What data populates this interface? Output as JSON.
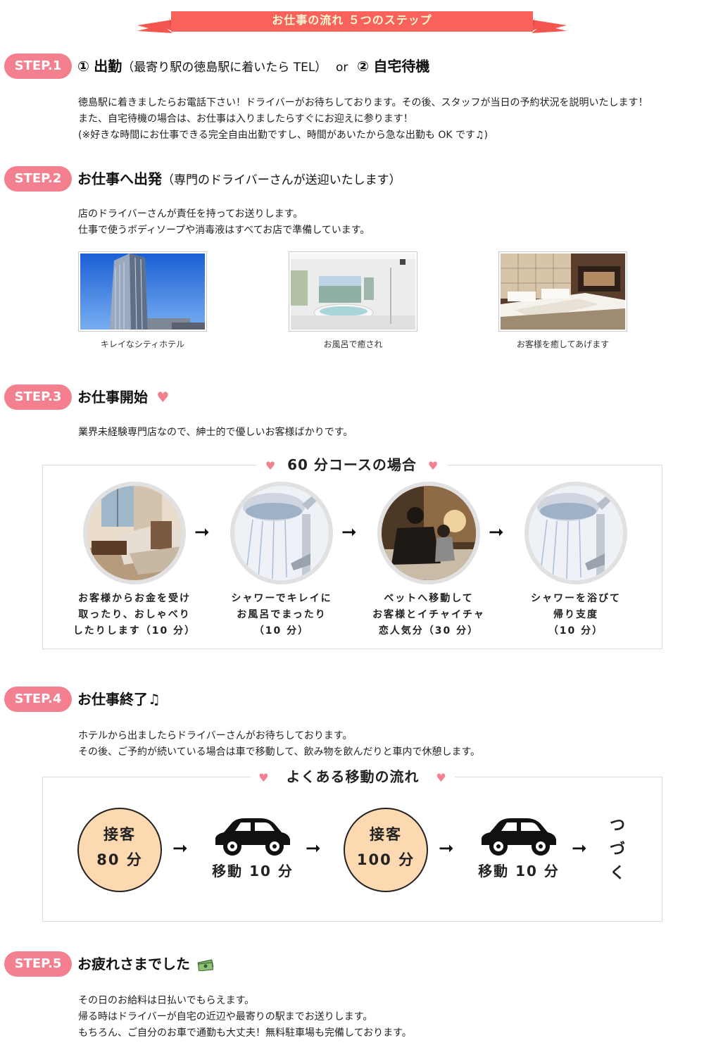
{
  "banner": {
    "title": "お仕事の流れ ５つのステップ"
  },
  "colors": {
    "accent_pink": "#f47f8f",
    "ribbon_red": "#f8625b",
    "serve_bg": "#fcd9b0"
  },
  "step1": {
    "badge": "STEP.1",
    "opt1_num": "①",
    "opt1": "出勤",
    "opt1_note": "（最寄り駅の徳島駅に着いたら TEL）",
    "or": "or",
    "opt2_num": "②",
    "opt2": "自宅待機",
    "lines": [
      "徳島駅に着きましたらお電話下さい！ドライバーがお待ちしております。その後、スタッフが当日の予約状況を説明いたします！",
      "また、自宅待機の場合は、お仕事は入りましたらすぐにお迎えに参ります！",
      "(※好きな時間にお仕事できる完全自由出勤ですし、時間があいたから急な出勤も OK です♫)"
    ]
  },
  "step2": {
    "badge": "STEP.2",
    "title": "お仕事へ出発",
    "note": "（専門のドライバーさんが送迎いたします）",
    "lines": [
      "店のドライバーさんが責任を持ってお送りします。",
      "仕事で使うボディソープや消毒液はすべてお店で準備しています。"
    ],
    "photos": [
      {
        "caption": "キレイなシティホテル",
        "icon": "hotel-photo"
      },
      {
        "caption": "お風呂で癒され",
        "icon": "bath-photo"
      },
      {
        "caption": "お客様を癒してあげます",
        "icon": "bedroom-photo"
      }
    ]
  },
  "step3": {
    "badge": "STEP.3",
    "title": "お仕事開始",
    "heart": "♥",
    "lines": [
      "業界未経験専門店なので、紳士的で優しいお客様ばかりです。"
    ],
    "flow_title": "60 分コースの場合",
    "arrow": "➞",
    "flow": [
      {
        "icon": "lounge-photo",
        "lines": [
          "お客様からお金を受け",
          "取ったり、おしゃべり",
          "したりします（10 分）"
        ]
      },
      {
        "icon": "shower-photo",
        "lines": [
          "シャワーでキレイに",
          "お風呂でまったり",
          "（10 分）"
        ]
      },
      {
        "icon": "couple-photo",
        "lines": [
          "ベットへ移動して",
          "お客様とイチャイチャ",
          "恋人気分（30 分）"
        ]
      },
      {
        "icon": "shower-photo",
        "lines": [
          "シャワーを浴びて",
          "帰り支度",
          "（10 分）"
        ]
      }
    ]
  },
  "step4": {
    "badge": "STEP.4",
    "title": "お仕事終了♫",
    "lines": [
      "ホテルから出ましたらドライバーさんがお待ちしております。",
      "その後、ご予約が続いている場合は車で移動して、飲み物を飲んだりと車内で休憩します。"
    ],
    "flow_title": "よくある移動の流れ",
    "serve1": {
      "label": "接客",
      "time": "80 分"
    },
    "move1": "移動 10 分",
    "serve2": {
      "label": "接客",
      "time": "100 分"
    },
    "move2": "移動 10 分",
    "cont": [
      "つ",
      "づ",
      "く"
    ]
  },
  "step5": {
    "badge": "STEP.5",
    "title": "お疲れさまでした",
    "icon": "money-icon",
    "lines": [
      "その日のお給料は日払いでもらえます。",
      "帰る時はドライバーが自宅の近辺や最寄りの駅までお送りします。",
      "もちろん、ご自分のお車で通勤も大丈夫！無料駐車場も完備しております。"
    ]
  }
}
